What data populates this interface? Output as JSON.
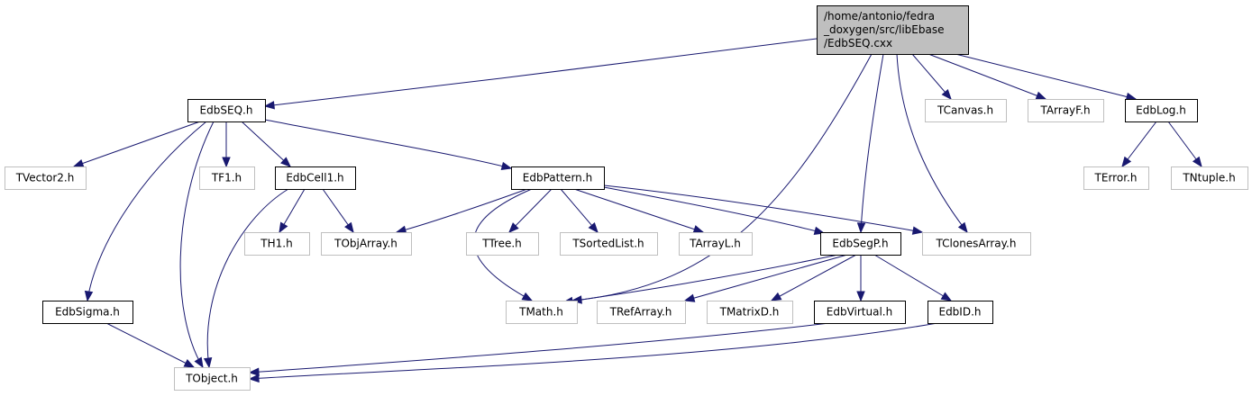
{
  "diagram": {
    "root_node": {
      "id": "root",
      "lines": [
        "/home/antonio/fedra",
        "_doxygen/src/libEbase",
        "/EdbSEQ.cxx"
      ]
    },
    "nodes": [
      {
        "id": "EdbSEQ",
        "label": "EdbSEQ.h",
        "external": false
      },
      {
        "id": "TCanvas",
        "label": "TCanvas.h",
        "external": true
      },
      {
        "id": "TArrayF",
        "label": "TArrayF.h",
        "external": true
      },
      {
        "id": "EdbLog",
        "label": "EdbLog.h",
        "external": false
      },
      {
        "id": "TVector2",
        "label": "TVector2.h",
        "external": true
      },
      {
        "id": "TF1",
        "label": "TF1.h",
        "external": true
      },
      {
        "id": "EdbCell1",
        "label": "EdbCell1.h",
        "external": false
      },
      {
        "id": "EdbPattern",
        "label": "EdbPattern.h",
        "external": false
      },
      {
        "id": "TError",
        "label": "TError.h",
        "external": true
      },
      {
        "id": "TNtuple",
        "label": "TNtuple.h",
        "external": true
      },
      {
        "id": "TH1",
        "label": "TH1.h",
        "external": true
      },
      {
        "id": "TObjArray",
        "label": "TObjArray.h",
        "external": true
      },
      {
        "id": "TTree",
        "label": "TTree.h",
        "external": true
      },
      {
        "id": "TSortedList",
        "label": "TSortedList.h",
        "external": true
      },
      {
        "id": "TArrayL",
        "label": "TArrayL.h",
        "external": true
      },
      {
        "id": "EdbSegP",
        "label": "EdbSegP.h",
        "external": false
      },
      {
        "id": "TClonesArray",
        "label": "TClonesArray.h",
        "external": true
      },
      {
        "id": "EdbSigma",
        "label": "EdbSigma.h",
        "external": false
      },
      {
        "id": "TMath",
        "label": "TMath.h",
        "external": true
      },
      {
        "id": "TRefArray",
        "label": "TRefArray.h",
        "external": true
      },
      {
        "id": "TMatrixD",
        "label": "TMatrixD.h",
        "external": true
      },
      {
        "id": "EdbVirtual",
        "label": "EdbVirtual.h",
        "external": false
      },
      {
        "id": "EdbID",
        "label": "EdbID.h",
        "external": false
      },
      {
        "id": "TObject",
        "label": "TObject.h",
        "external": true
      }
    ],
    "edges": [
      {
        "from": "root",
        "to": "EdbSEQ"
      },
      {
        "from": "root",
        "to": "TMath"
      },
      {
        "from": "root",
        "to": "EdbSegP"
      },
      {
        "from": "root",
        "to": "TClonesArray"
      },
      {
        "from": "root",
        "to": "TCanvas"
      },
      {
        "from": "root",
        "to": "TArrayF"
      },
      {
        "from": "root",
        "to": "EdbLog"
      },
      {
        "from": "EdbSEQ",
        "to": "TVector2"
      },
      {
        "from": "EdbSEQ",
        "to": "EdbSigma"
      },
      {
        "from": "EdbSEQ",
        "to": "TObject"
      },
      {
        "from": "EdbSEQ",
        "to": "TF1"
      },
      {
        "from": "EdbSEQ",
        "to": "EdbCell1"
      },
      {
        "from": "EdbSEQ",
        "to": "EdbPattern"
      },
      {
        "from": "EdbLog",
        "to": "TError"
      },
      {
        "from": "EdbLog",
        "to": "TNtuple"
      },
      {
        "from": "EdbCell1",
        "to": "TObject"
      },
      {
        "from": "EdbCell1",
        "to": "TH1"
      },
      {
        "from": "EdbCell1",
        "to": "TObjArray"
      },
      {
        "from": "EdbPattern",
        "to": "TObjArray"
      },
      {
        "from": "EdbPattern",
        "to": "TMath"
      },
      {
        "from": "EdbPattern",
        "to": "TTree"
      },
      {
        "from": "EdbPattern",
        "to": "TSortedList"
      },
      {
        "from": "EdbPattern",
        "to": "TArrayL"
      },
      {
        "from": "EdbPattern",
        "to": "EdbSegP"
      },
      {
        "from": "EdbPattern",
        "to": "TClonesArray"
      },
      {
        "from": "EdbSegP",
        "to": "TMath"
      },
      {
        "from": "EdbSegP",
        "to": "TRefArray"
      },
      {
        "from": "EdbSegP",
        "to": "TMatrixD"
      },
      {
        "from": "EdbSegP",
        "to": "EdbVirtual"
      },
      {
        "from": "EdbSegP",
        "to": "EdbID"
      },
      {
        "from": "EdbSigma",
        "to": "TObject"
      },
      {
        "from": "EdbVirtual",
        "to": "TObject"
      },
      {
        "from": "EdbID",
        "to": "TObject"
      }
    ],
    "colors": {
      "edge": "#191970",
      "root_fill": "#bfbfbf",
      "internal_border": "#000000",
      "external_border": "#bfbfbf"
    }
  }
}
